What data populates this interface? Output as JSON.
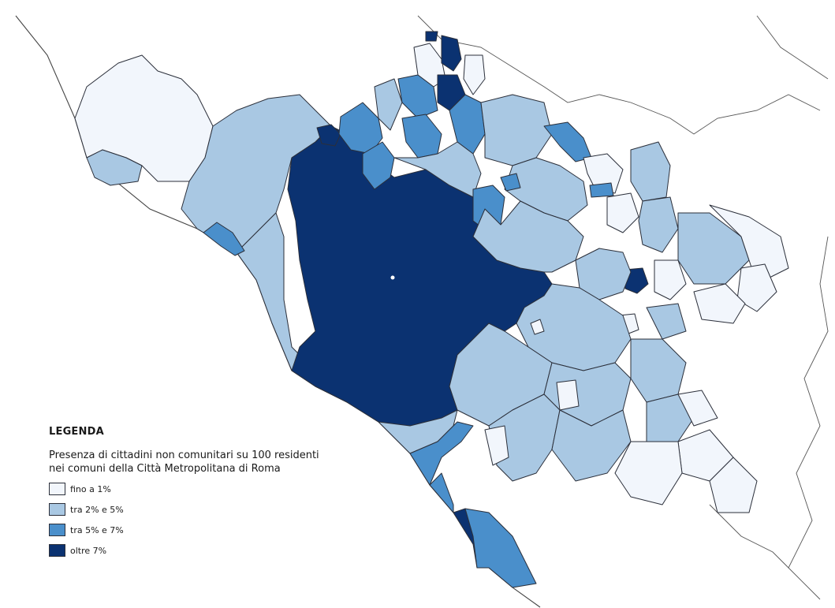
{
  "legend": {
    "title": "LEGENDA",
    "subtitle_line1": "Presenza di cittadini non comunitari su 100 residenti",
    "subtitle_line2": "nei comuni della Città Metropolitana di Roma",
    "classes": [
      {
        "label": "fino a 1%",
        "color": "#f2f6fc"
      },
      {
        "label": "tra 2% e 5%",
        "color": "#a9c8e3"
      },
      {
        "label": "tra 5% e 7%",
        "color": "#4a8fcb"
      },
      {
        "label": "oltre 7%",
        "color": "#0b3271"
      }
    ]
  },
  "map": {
    "background_color": "#ffffff",
    "border_color": "#2b2f3a"
  }
}
